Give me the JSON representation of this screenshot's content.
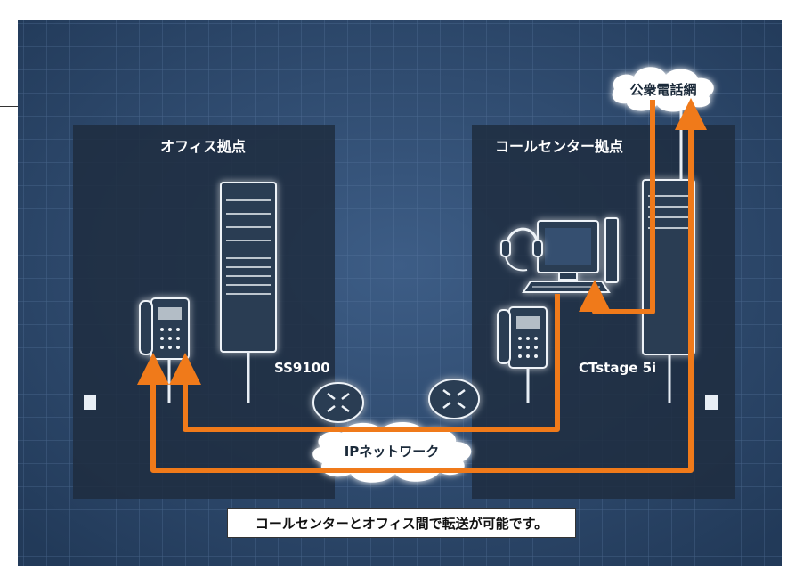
{
  "diagram": {
    "office_site_label": "オフィス拠点",
    "callcenter_site_label": "コールセンター拠点",
    "pstn_label": "公衆電話網",
    "office_server_label": "SS9100",
    "callcenter_server_label": "CTstage 5i",
    "ip_network_label": "IPネットワーク",
    "caption": "コールセンターとオフィス間で転送が可能です。"
  },
  "colors": {
    "background": "#2b4566",
    "panel": "#1f2d3f",
    "arrow": "#f07a1a",
    "line": "#e8eef5"
  }
}
